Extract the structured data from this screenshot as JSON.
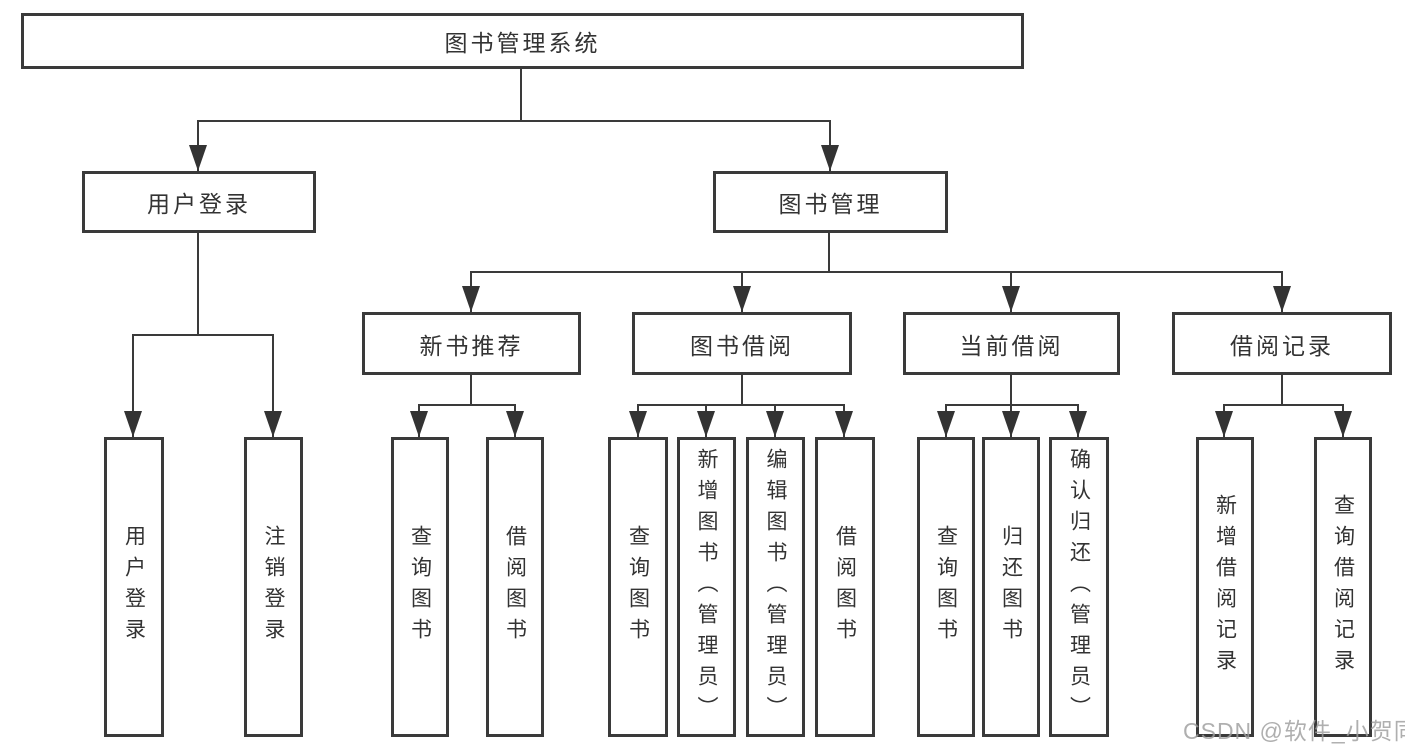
{
  "diagram": {
    "root": {
      "label": "图书管理系统"
    },
    "level2": [
      {
        "label": "用户登录"
      },
      {
        "label": "图书管理"
      }
    ],
    "level3": [
      {
        "label": "新书推荐"
      },
      {
        "label": "图书借阅"
      },
      {
        "label": "当前借阅"
      },
      {
        "label": "借阅记录"
      }
    ],
    "leaves": {
      "user_login": [
        {
          "label": "用户登录"
        },
        {
          "label": "注销登录"
        }
      ],
      "new_book": [
        {
          "label": "查询图书"
        },
        {
          "label": "借阅图书"
        }
      ],
      "book_borrow": [
        {
          "label": "查询图书"
        },
        {
          "label": "新增图书（管理员）"
        },
        {
          "label": "编辑图书（管理员）"
        },
        {
          "label": "借阅图书"
        }
      ],
      "current_borrow": [
        {
          "label": "查询图书"
        },
        {
          "label": "归还图书"
        },
        {
          "label": "确认归还（管理员）"
        }
      ],
      "borrow_records": [
        {
          "label": "新增借阅记录"
        },
        {
          "label": "查询借阅记录"
        }
      ]
    }
  },
  "watermark": {
    "text": "CSDN @软件_小贺同学"
  },
  "colors": {
    "line": "#3a3a3a",
    "border": "#3a3a3a",
    "text": "#333333",
    "watermark": "#9e9e9e",
    "background": "#ffffff"
  }
}
